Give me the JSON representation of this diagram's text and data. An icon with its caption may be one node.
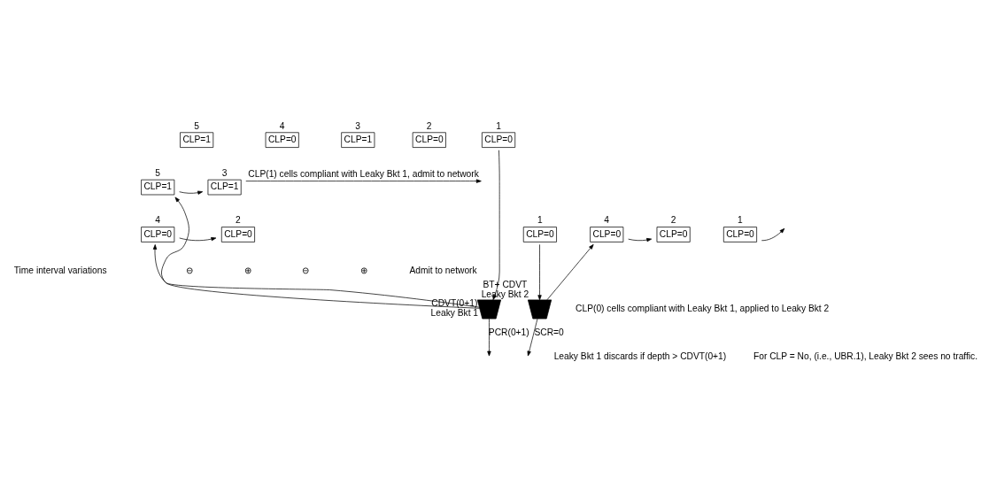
{
  "diagram": {
    "nodes": [
      {
        "text": [
          "CLP=1"
        ],
        "beside": [
          "5"
        ]
      },
      {
        "text": [
          "CLP=0"
        ],
        "beside": [
          "4"
        ]
      },
      {
        "text": [
          "CLP=1"
        ],
        "beside": [
          "3"
        ]
      },
      {
        "text": [
          "CLP=0"
        ],
        "beside": [
          "2"
        ]
      },
      {
        "text": [
          "CLP=0"
        ],
        "beside": [
          "1"
        ]
      },
      {
        "text": [],
        "shape": "bucket",
        "beside": [
          "CDVT(0+1)",
          "Leaky Bkt 1"
        ]
      },
      {
        "text": [
          "CLP=1"
        ],
        "beside": [
          "5"
        ]
      },
      {
        "text": [
          "CLP=1"
        ],
        "beside": [
          "3"
        ]
      },
      {
        "text": [
          "CLP=0"
        ],
        "beside": [
          "4"
        ]
      },
      {
        "text": [
          "CLP=0"
        ],
        "beside": [
          "2"
        ]
      },
      {
        "text": [
          "CLP=0"
        ],
        "beside": [
          "1"
        ]
      },
      {
        "text": [],
        "shape": "bucket",
        "beside": [
          "BT+ CDVT",
          "Leaky Bkt 2"
        ]
      },
      {
        "text": [
          "CLP=0"
        ],
        "beside": [
          "4"
        ]
      },
      {
        "text": [
          "CLP=0"
        ],
        "beside": [
          "2"
        ]
      },
      {
        "text": [
          "CLP=0"
        ],
        "beside": [
          "1"
        ]
      }
    ],
    "edges": [
      {
        "from": 4,
        "to": 5,
        "arrow": "to"
      },
      {
        "from": 5,
        "to": 6,
        "arrow": "to"
      },
      {
        "from": 6,
        "to": 7,
        "arrow": "to"
      },
      {
        "from": 7,
        "to": null,
        "arrow": "to",
        "label": "CLP(1) cells compliant with Leaky Bkt 1, admit to network"
      },
      {
        "from": 5,
        "to": 8,
        "arrow": "to"
      },
      {
        "from": 8,
        "to": 9,
        "arrow": "to"
      },
      {
        "from": 10,
        "to": 11,
        "arrow": "to"
      },
      {
        "from": 11,
        "to": 12,
        "arrow": "to"
      },
      {
        "from": 12,
        "to": 13,
        "arrow": "to"
      },
      {
        "from": 14,
        "to": null,
        "arrow": "to"
      },
      {
        "from": 5,
        "to": null,
        "arrow": "to",
        "label": "PCR(0+1)"
      },
      {
        "from": 11,
        "to": null,
        "arrow": "to",
        "label": "SCR=0"
      }
    ],
    "labels": [
      "Time interval variations",
      "⊖",
      "⊕",
      "Leaky Bkt 1 discards if depth > CDVT(0+1)",
      "CLP(0) cells compliant with Leaky Bkt 1, applied to Leaky Bkt 2",
      "⊖",
      "⊕",
      "Admit to network",
      "For CLP = No, (i.e., UBR.1), Leaky Bkt 2 sees no traffic."
    ]
  }
}
